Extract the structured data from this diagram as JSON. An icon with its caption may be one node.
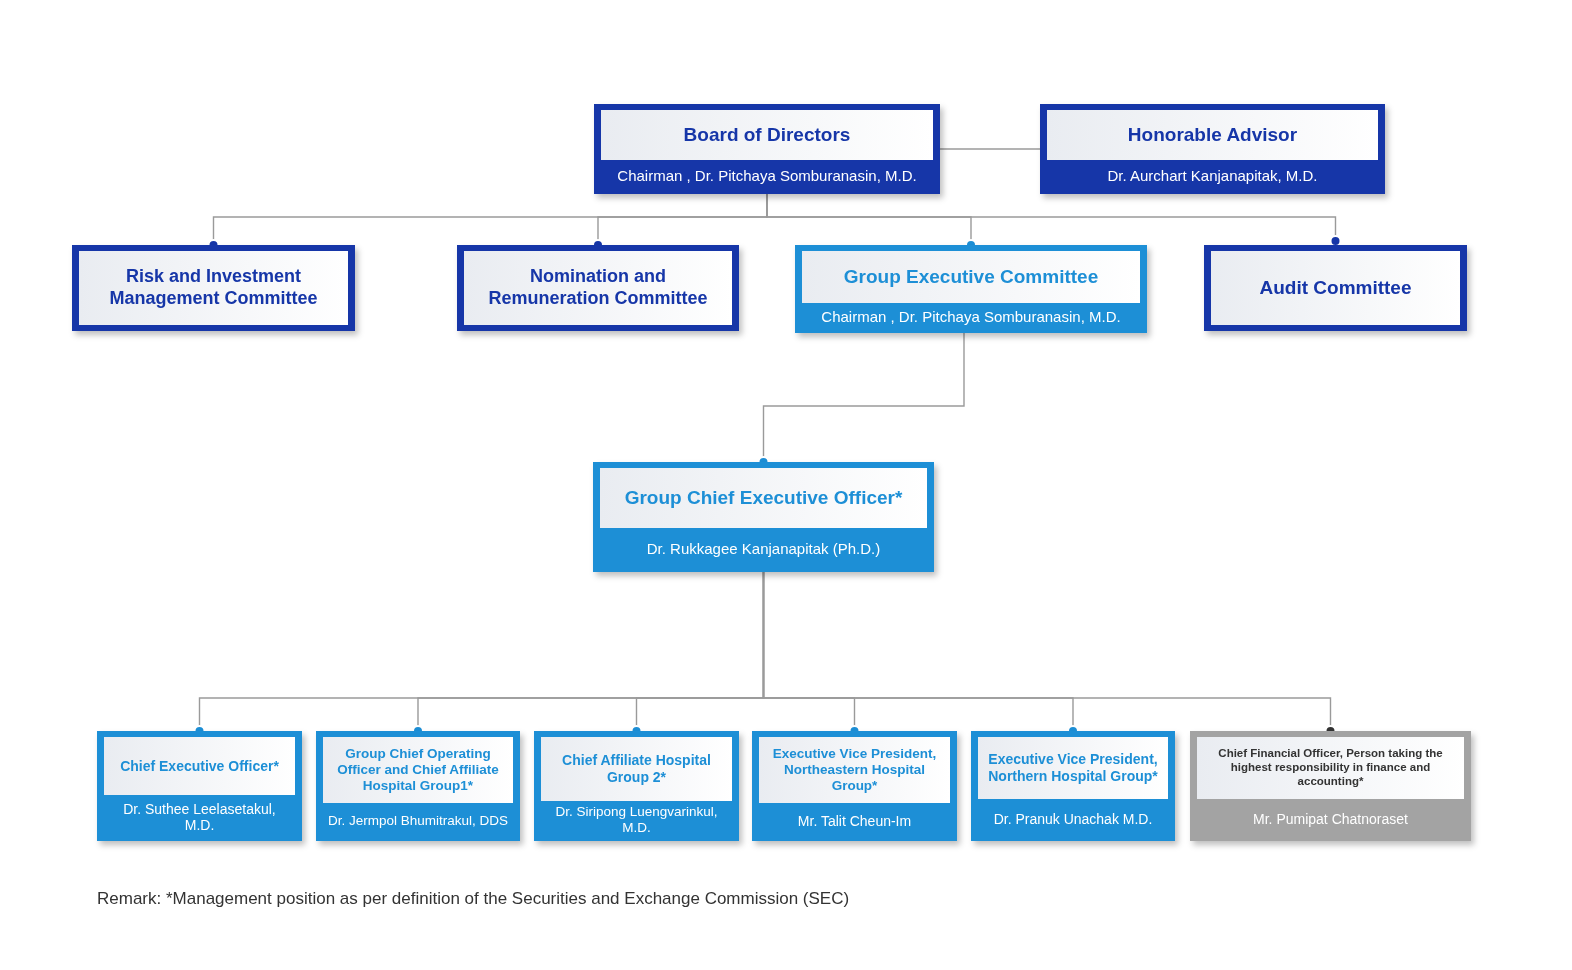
{
  "diagram": {
    "nodes": [
      {
        "text": [
          "Board of Directors",
          "Chairman , Dr. Pitchaya Somburanasin, M.D."
        ]
      },
      {
        "text": [
          "Honorable Advisor",
          "Dr. Aurchart Kanjanapitak, M.D."
        ]
      },
      {
        "text": [
          "Risk and Investment Management Committee"
        ]
      },
      {
        "text": [
          "Nomination and Remuneration Committee"
        ]
      },
      {
        "text": [
          "Group Executive Committee",
          "Chairman , Dr. Pitchaya Somburanasin, M.D."
        ]
      },
      {
        "text": [
          "Audit Committee"
        ]
      },
      {
        "text": [
          "Group Chief Executive Officer*",
          "Dr. Rukkagee Kanjanapitak (Ph.D.)"
        ]
      },
      {
        "text": [
          "Chief Executive Officer*",
          "Dr. Suthee Leelasetakul, M.D."
        ]
      },
      {
        "text": [
          "Group Chief Operating Officer and Chief Affiliate Hospital Group1*",
          "Dr. Jermpol Bhumitrakul, DDS"
        ]
      },
      {
        "text": [
          "Chief Affiliate Hospital Group 2*",
          "Dr. Siripong Luengvarinkul, M.D."
        ]
      },
      {
        "text": [
          "Executive Vice President, Northeastern Hospital Group*",
          "Mr. Talit Cheun-Im"
        ]
      },
      {
        "text": [
          "Executive Vice President, Northern Hospital Group*",
          "Dr. Pranuk Unachak M.D."
        ]
      },
      {
        "text": [
          "Chief Financial Officer, Person taking the highest responsibility in finance and accounting*",
          "Mr. Pumipat Chatnoraset"
        ]
      }
    ],
    "edges": [
      {
        "from": 0,
        "to": 1,
        "arrow": "none"
      },
      {
        "from": 0,
        "to": 2,
        "arrow": "other"
      },
      {
        "from": 0,
        "to": 3,
        "arrow": "other"
      },
      {
        "from": 0,
        "to": 4,
        "arrow": "other"
      },
      {
        "from": 0,
        "to": 5,
        "arrow": "other"
      },
      {
        "from": 4,
        "to": 6,
        "arrow": "other"
      },
      {
        "from": 6,
        "to": 7,
        "arrow": "other"
      },
      {
        "from": 6,
        "to": 8,
        "arrow": "other"
      },
      {
        "from": 6,
        "to": 9,
        "arrow": "other"
      },
      {
        "from": 6,
        "to": 10,
        "arrow": "other"
      },
      {
        "from": 6,
        "to": 11,
        "arrow": "other"
      },
      {
        "from": 6,
        "to": 12,
        "arrow": "other"
      }
    ],
    "labels": [
      "Remark: *Management position as per definition of the Securities and Exchange Commission (SEC)"
    ]
  }
}
